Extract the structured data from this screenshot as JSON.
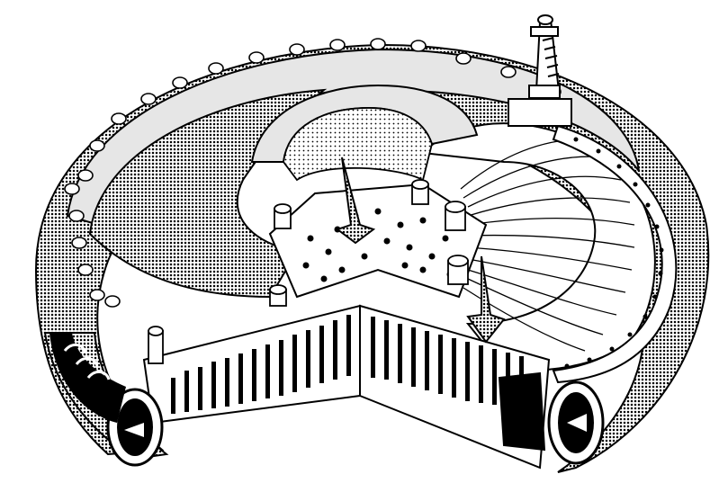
{
  "figure": {
    "style": "black-and-white technical cutaway illustration",
    "bolt_count_outer_flange": 20,
    "hole_count_right_flange": 22,
    "colors": {
      "ink": "#000000",
      "paper": "#ffffff",
      "halftone": "#8c8c8c",
      "light_face": "#e6e6e6"
    }
  }
}
